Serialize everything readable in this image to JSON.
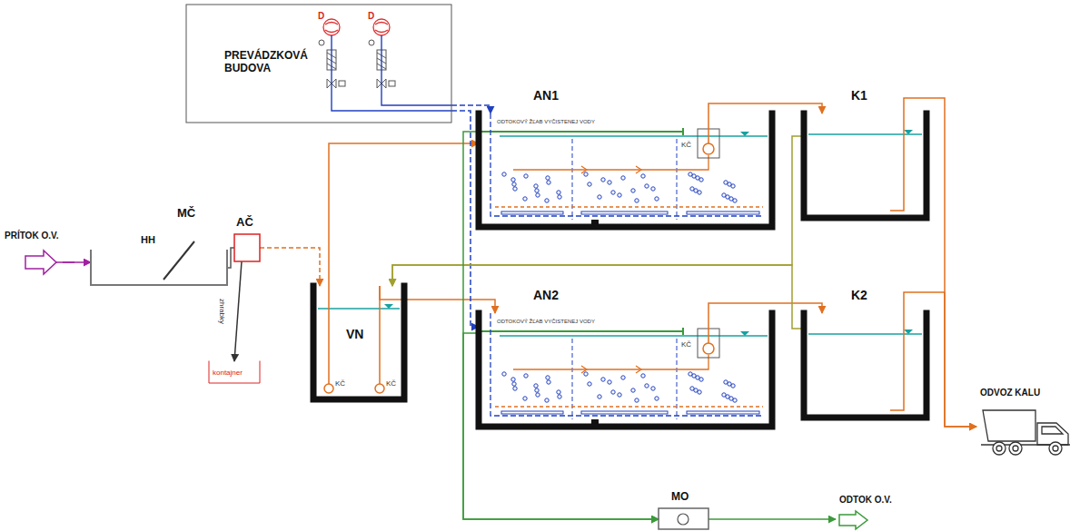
{
  "diagram": {
    "nodes": [
      {
        "text": [
          "PREVÁDZKOVÁ BUDOVA"
        ]
      },
      {
        "text": [
          "PRÍTOK O.V."
        ]
      },
      {
        "text": [
          "MČ"
        ]
      },
      {
        "text": [
          "AČ"
        ]
      },
      {
        "text": [
          "kontajner"
        ]
      },
      {
        "text": [
          "VN"
        ]
      },
      {
        "text": [
          "AN1"
        ]
      },
      {
        "text": [
          "AN2"
        ]
      },
      {
        "text": [
          "K1"
        ]
      },
      {
        "text": [
          "K2"
        ]
      },
      {
        "text": [
          "ODVOZ KALU"
        ]
      },
      {
        "text": [
          "MO"
        ]
      },
      {
        "text": [
          "ODTOK O.V."
        ]
      }
    ],
    "edges": [
      {
        "from": 1,
        "to": 2,
        "arrow": "to"
      },
      {
        "from": 2,
        "to": 3,
        "arrow": "none"
      },
      {
        "from": 3,
        "to": 4,
        "label": "zhrabky",
        "arrow": "to"
      },
      {
        "from": 3,
        "to": 5,
        "arrow": "to"
      },
      {
        "from": 5,
        "to": 6,
        "arrow": "to"
      },
      {
        "from": 5,
        "to": 7,
        "arrow": "to"
      },
      {
        "from": 0,
        "to": 6,
        "arrow": "to"
      },
      {
        "from": 0,
        "to": 7,
        "arrow": "to"
      },
      {
        "from": 6,
        "to": 8,
        "arrow": "to"
      },
      {
        "from": 7,
        "to": 9,
        "arrow": "to"
      },
      {
        "from": 8,
        "to": 5,
        "arrow": "to"
      },
      {
        "from": 9,
        "to": 5,
        "arrow": "to"
      },
      {
        "from": 6,
        "to": 11,
        "arrow": "to"
      },
      {
        "from": 7,
        "to": 11,
        "arrow": "to"
      },
      {
        "from": 11,
        "to": 12,
        "arrow": "to"
      },
      {
        "from": 8,
        "to": 10,
        "arrow": "to"
      },
      {
        "from": 9,
        "to": 10,
        "arrow": "to"
      }
    ],
    "labels": [
      "HH",
      "D",
      "D",
      "KČ",
      "KČ",
      "KČ",
      "KČ",
      "ODTOKOVÝ ŽĽAB VYČISTENEJ VODY",
      "ODTOKOVÝ ŽĽAB VYČISTENEJ VODY"
    ]
  }
}
